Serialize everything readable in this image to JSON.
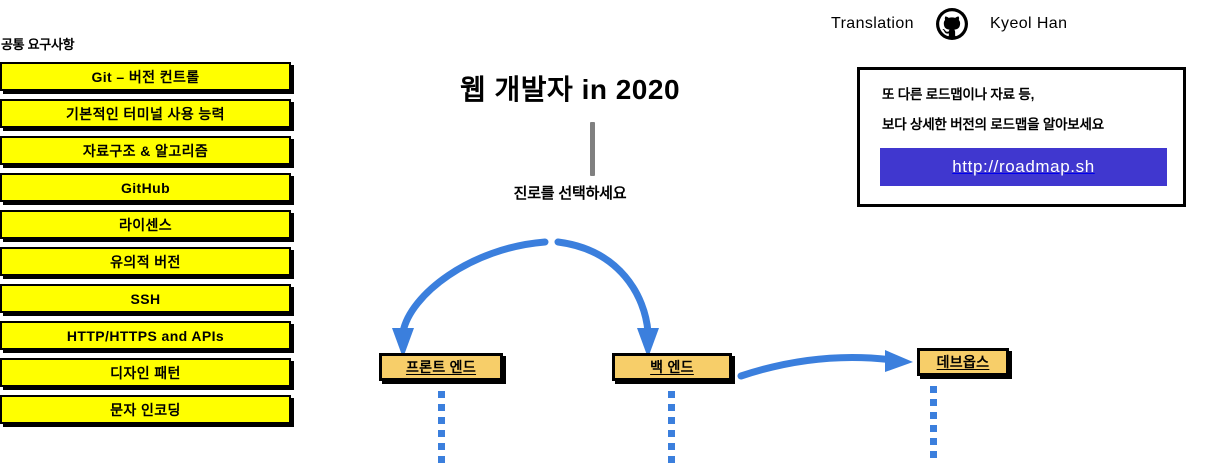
{
  "sidebar": {
    "title": "공통 요구사항",
    "items": [
      {
        "label": "Git – 버전 컨트롤"
      },
      {
        "label": "기본적인 터미널 사용 능력"
      },
      {
        "label": "자료구조 & 알고리즘"
      },
      {
        "label": "GitHub"
      },
      {
        "label": "라이센스"
      },
      {
        "label": "유의적 버전"
      },
      {
        "label": "SSH"
      },
      {
        "label": "HTTP/HTTPS and APIs"
      },
      {
        "label": "디자인 패턴"
      },
      {
        "label": "문자 인코딩"
      }
    ]
  },
  "center": {
    "title": "웹 개발자 in 2020",
    "subtitle": "진로를 선택하세요"
  },
  "credit": {
    "prefix": "Translation",
    "icon": "github-icon",
    "author": "Kyeol Han"
  },
  "info_box": {
    "line1": "또 다른 로드맵이나 자료 등,",
    "line2": "보다 상세한 버전의 로드맵을 알아보세요",
    "button_label": "http://roadmap.sh"
  },
  "tracks": [
    {
      "id": "frontend",
      "label": "프론트 엔드"
    },
    {
      "id": "backend",
      "label": "백 엔드"
    },
    {
      "id": "devops",
      "label": "데브옵스"
    }
  ],
  "colors": {
    "requirement_fill": "#FFFF00",
    "track_fill": "#F7CE69",
    "arrow_blue": "#3b7fdd",
    "button_blue": "#4037cf",
    "stem_gray": "#808080",
    "outline": "#000000"
  }
}
